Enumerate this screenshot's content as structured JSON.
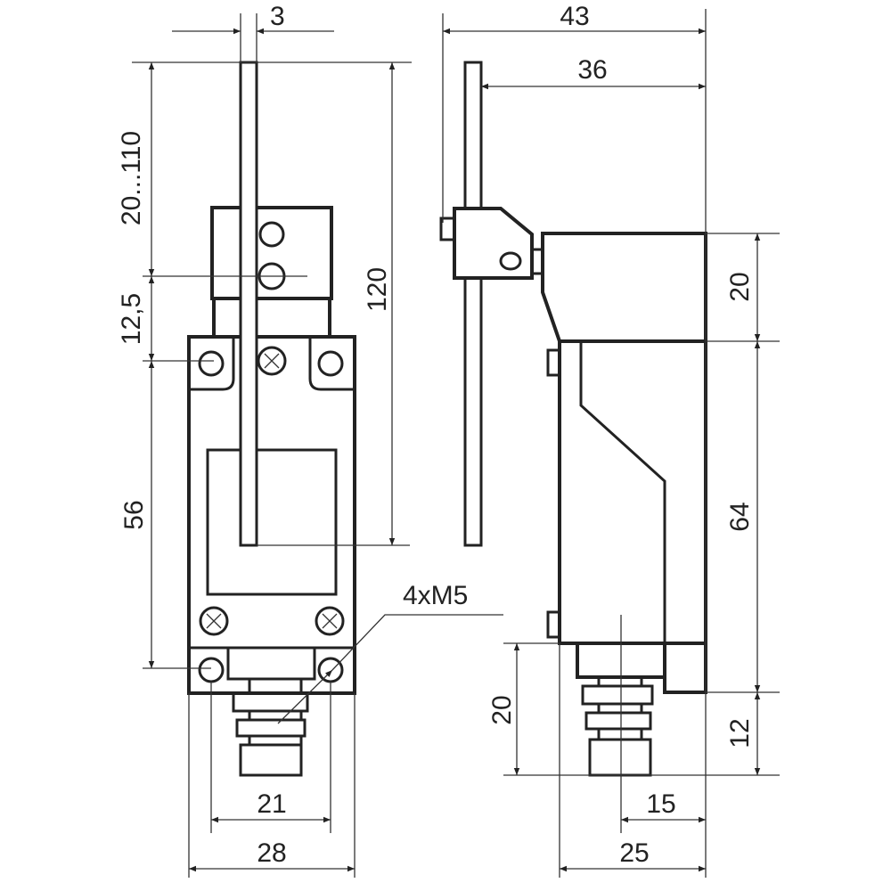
{
  "title": "Limit switch with adjustable rod lever – dimensional drawing",
  "colors": {
    "line": "#222222",
    "background": "#ffffff"
  },
  "front_view": {
    "rod_width": "3",
    "lever_length": "20...110",
    "clamp_offset": "12,5",
    "overall_height": "120",
    "mounting_pitch_vertical": "56",
    "mounting_holes": "4xM5",
    "mounting_pitch_horizontal": "21",
    "body_width": "28"
  },
  "side_view": {
    "overall_depth": "43",
    "lever_offset": "36",
    "head_height": "20",
    "body_height": "64",
    "plunger_height": "12",
    "actuator_height": "20",
    "actuator_offset": "15",
    "body_depth": "25"
  }
}
